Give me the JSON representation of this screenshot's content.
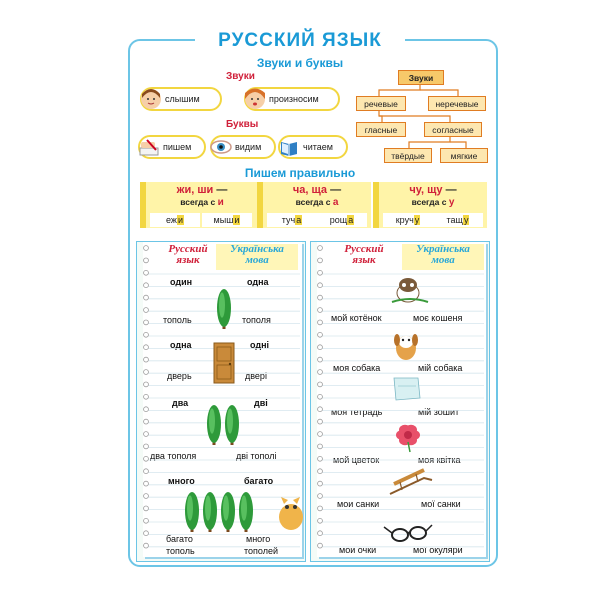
{
  "title": "РУССКИЙ ЯЗЫК",
  "subtitle": "Звуки и буквы",
  "sounds_label": "Звуки",
  "letters_label": "Буквы",
  "sounds_items": [
    {
      "label": "слышим",
      "icon": "ear-girl-icon"
    },
    {
      "label": "произносим",
      "icon": "speaking-girl-icon"
    }
  ],
  "letters_items": [
    {
      "label": "пишем",
      "icon": "writing-hand-icon"
    },
    {
      "label": "видим",
      "icon": "eye-icon"
    },
    {
      "label": "читаем",
      "icon": "book-icon"
    }
  ],
  "sound_tree": {
    "root": "Звуки",
    "vowels": "речевые",
    "non_speech": "неречевые",
    "vowel_sounds": "гласные",
    "consonants": "согласные",
    "hard": "твёрдые",
    "soft": "мягкие"
  },
  "write_correctly_title": "Пишем правильно",
  "rules": [
    {
      "pair": "жи, ши",
      "always_with": "всегда с",
      "letter": "и",
      "ex1_pre": "еж",
      "ex1_hl": "и",
      "ex1_post": "",
      "ex2_pre": "мыш",
      "ex2_hl": "и",
      "ex2_post": ""
    },
    {
      "pair": "ча, ща",
      "always_with": "всегда с",
      "letter": "а",
      "ex1_pre": "туч",
      "ex1_hl": "а",
      "ex1_post": "",
      "ex2_pre": "рощ",
      "ex2_hl": "а",
      "ex2_post": ""
    },
    {
      "pair": "чу, щу",
      "always_with": "всегда с",
      "letter": "у",
      "ex1_pre": "круч",
      "ex1_hl": "у",
      "ex1_post": "",
      "ex2_pre": "тащ",
      "ex2_hl": "у",
      "ex2_post": ""
    }
  ],
  "dash": "—",
  "left_notebook": {
    "head_ru_1": "Русский",
    "head_ru_2": "язык",
    "head_ua_1": "Українська",
    "head_ua_2": "мова",
    "rows": [
      {
        "ru": "один",
        "ua": "одна",
        "bold": true
      },
      {
        "ru": "тополь",
        "ua": "тополя",
        "bold": false
      },
      {
        "ru": "одна",
        "ua": "одні",
        "bold": true
      },
      {
        "ru": "дверь",
        "ua": "двері",
        "bold": false
      },
      {
        "ru": "два",
        "ua": "дві",
        "bold": true
      },
      {
        "ru": "два тополя",
        "ua": "дві тополі",
        "bold": false
      },
      {
        "ru": "много",
        "ua": "багато",
        "bold": true
      },
      {
        "ru": "багато",
        "ua": "много",
        "bold": false
      },
      {
        "ru": "тополь",
        "ua": "тополей",
        "bold": false
      }
    ]
  },
  "right_notebook": {
    "head_ru_1": "Русский",
    "head_ru_2": "язык",
    "head_ua_1": "Українська",
    "head_ua_2": "мова",
    "rows": [
      {
        "ru": "мой котёнок",
        "ua": "моє кошеня",
        "icon": "kitten-icon"
      },
      {
        "ru": "моя собака",
        "ua": "мій собака",
        "icon": "dog-icon"
      },
      {
        "ru": "моя тетрадь",
        "ua": "мій зошит",
        "icon": "notebook-icon"
      },
      {
        "ru": "мой цветок",
        "ua": "моя квітка",
        "icon": "flower-icon"
      },
      {
        "ru": "мои санки",
        "ua": "мої санки",
        "icon": "sled-icon"
      },
      {
        "ru": "мои очки",
        "ua": "мої окуляри",
        "icon": "glasses-icon"
      }
    ]
  },
  "colors": {
    "accent": "#1a9ad6",
    "red": "#d0203a",
    "yellow": "#f2d640",
    "tree_fill": "#fde7b0",
    "tree_border": "#e07c22"
  }
}
